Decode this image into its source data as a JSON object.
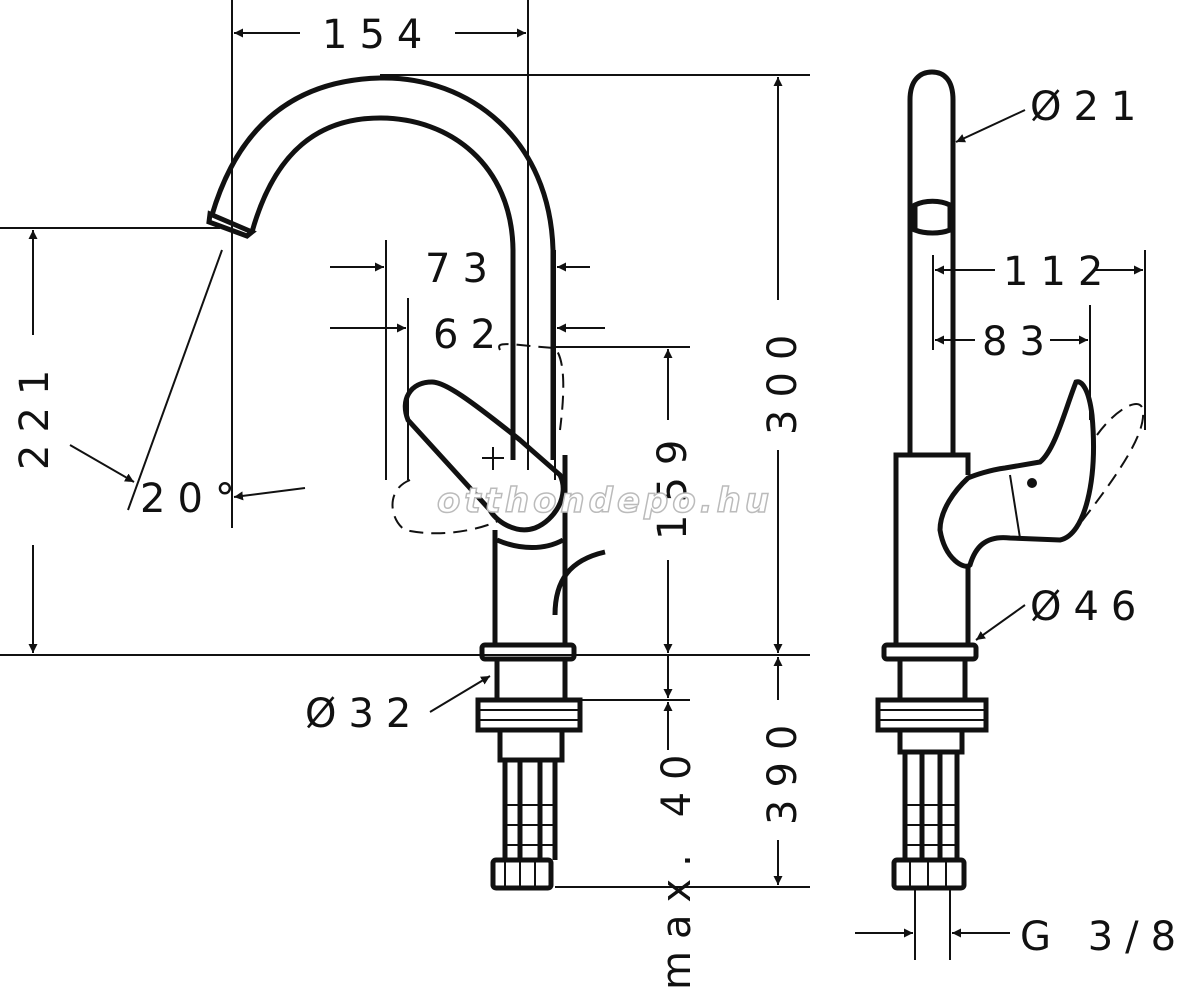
{
  "drawing": {
    "dimensions": {
      "spout_reach": "154",
      "spout_tip_height": "221",
      "spout_angle": "20°",
      "handle_offset_outer": "73",
      "handle_offset_inner": "62",
      "handle_height": "159",
      "total_height": "300",
      "pipe_diameter": "Ø21",
      "side_reach_outer": "112",
      "side_reach_inner": "83",
      "base_diameter_side": "Ø46",
      "shank_diameter": "Ø32",
      "hose_length": "390",
      "max_thickness": "max. 40",
      "connection_thread": "G 3/8"
    },
    "watermark": "otthondepo.hu"
  }
}
